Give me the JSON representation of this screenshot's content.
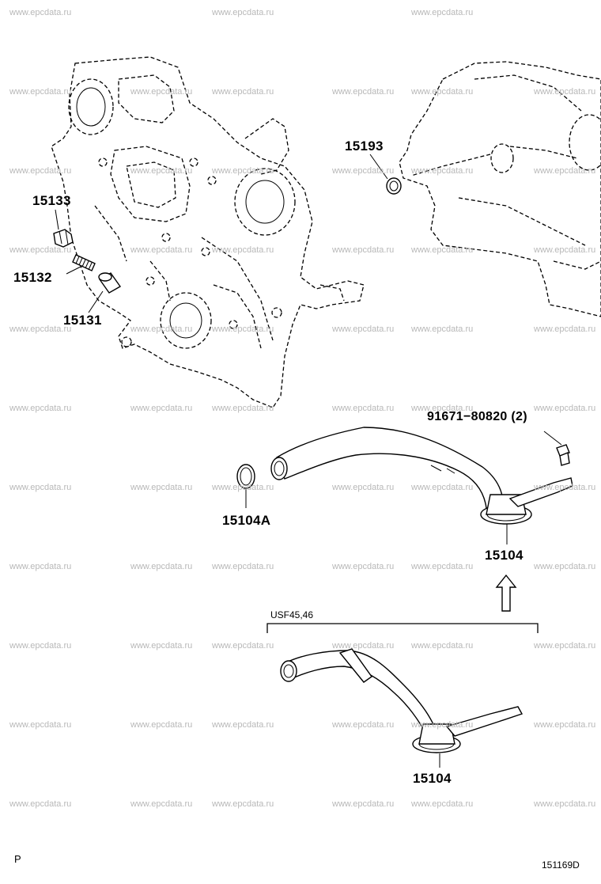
{
  "watermark": "www.epcdata.ru",
  "parts": {
    "p15133": "15133",
    "p15132": "15132",
    "p15131": "15131",
    "p15193": "15193",
    "p91671": "91671−80820 (2)",
    "p15104A": "15104A",
    "p15104_upper": "15104",
    "p15104_lower": "15104"
  },
  "variant_label": "USF45,46",
  "corner_left": "P",
  "diagram_code": "151169D"
}
